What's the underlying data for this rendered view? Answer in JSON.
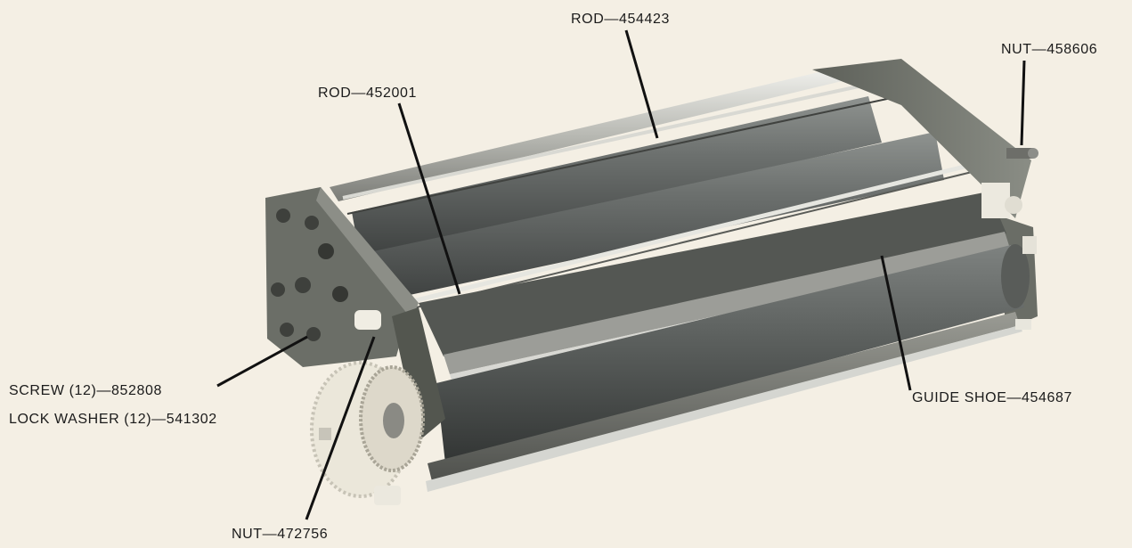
{
  "labels": {
    "rod_454423": "ROD—454423",
    "nut_458606": "NUT—458606",
    "rod_452001": "ROD—452001",
    "screw": "SCREW (12)—852808",
    "lock_washer": "LOCK WASHER (12)—541302",
    "guide_shoe": "GUIDE SHOE—454687",
    "nut_472756": "NUT—472756"
  }
}
